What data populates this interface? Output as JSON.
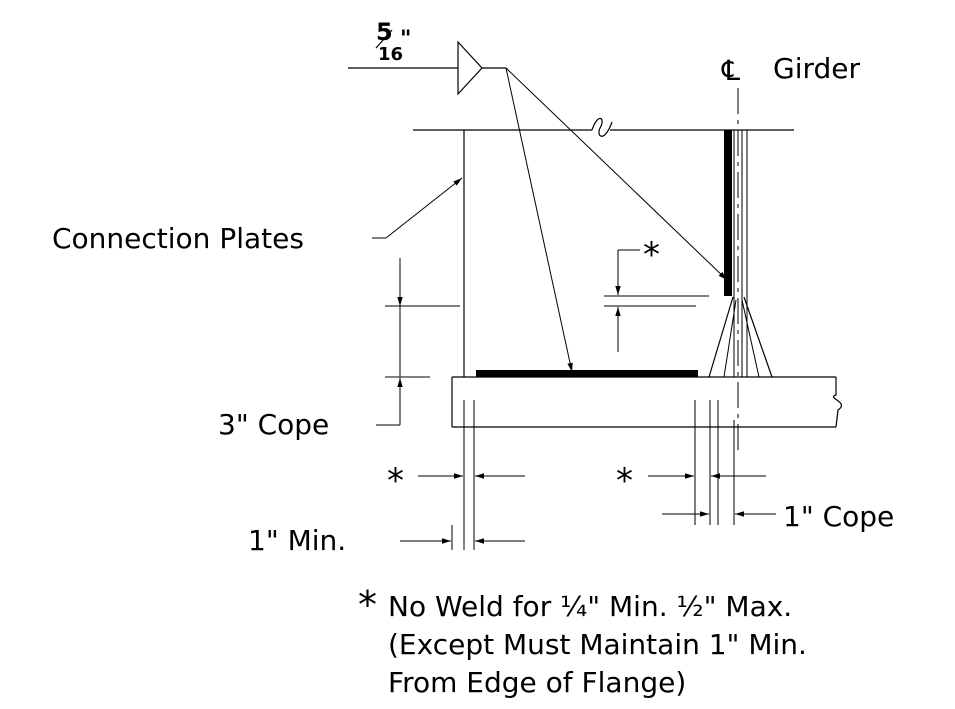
{
  "weld": {
    "size_num": "5",
    "size_den": "16",
    "size_unit": "\""
  },
  "labels": {
    "centerline_symbol": "℄",
    "girder": "Girder",
    "connection_plates": "Connection Plates",
    "cope_3": "3\" Cope",
    "min_1": "1\" Min.",
    "cope_1": "1\" Cope",
    "asterisk": "*"
  },
  "note": {
    "asterisk": "*",
    "line1": "No Weld for ¼\" Min. ½\" Max.",
    "line2": "(Except Must Maintain 1\" Min.",
    "line3": "From Edge of Flange)"
  }
}
